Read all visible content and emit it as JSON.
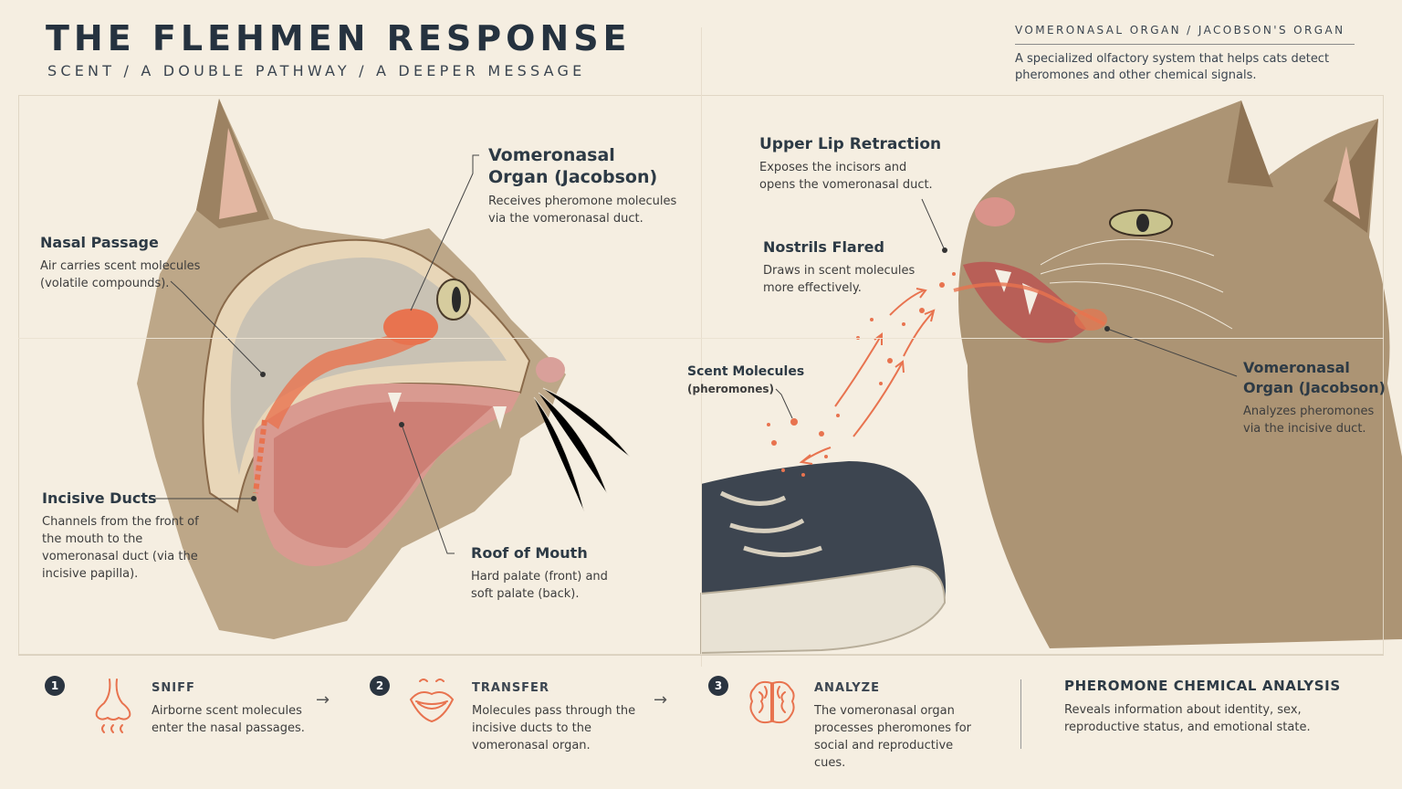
{
  "header": {
    "title": "THE FLEHMEN RESPONSE",
    "subtitle": "SCENT / A DOUBLE PATHWAY / A DEEPER MESSAGE",
    "organ_heading": "VOMERONASAL ORGAN  /  JACOBSON'S ORGAN",
    "organ_description": "A specialized olfactory system that helps cats detect pheromones and other chemical signals."
  },
  "left_labels": {
    "nasal": {
      "title": "Nasal Passage",
      "desc": "Air carries scent molecules (volatile compounds)."
    },
    "vomeronasal": {
      "title": "Vomeronasal Organ (Jacobson)",
      "desc": "Receives pheromone molecules via the vomeronasal duct."
    },
    "incisive": {
      "title": "Incisive Ducts",
      "desc": "Channels from the front of the mouth to the vomeronasal duct (via the incisive papilla)."
    },
    "roof": {
      "title": "Roof of Mouth",
      "desc": "Hard palate (front) and soft palate (back)."
    }
  },
  "right_labels": {
    "lip": {
      "title": "Upper Lip Retraction",
      "desc": "Exposes the incisors and opens the vomeronasal duct."
    },
    "nostrils": {
      "title": "Nostrils Flared",
      "desc": "Draws in scent molecules more effectively."
    },
    "scent": {
      "title": "Scent Molecules",
      "sub": "(pheromones)"
    },
    "vomeronasal": {
      "title": "Vomeronasal Organ (Jacobson)",
      "desc": "Analyzes pheromones via the incisive duct."
    }
  },
  "steps": [
    {
      "num": "1",
      "title": "SNIFF",
      "desc": "Airborne scent molecules enter the nasal passages.",
      "icon": "nose-icon"
    },
    {
      "num": "2",
      "title": "TRANSFER",
      "desc": "Molecules pass through the incisive ducts to the vomeronasal organ.",
      "icon": "mouth-icon"
    },
    {
      "num": "3",
      "title": "ANALYZE",
      "desc": "The vomeronasal organ processes pheromones for social and reproductive cues.",
      "icon": "brain-icon"
    }
  ],
  "step_arrow": "→",
  "analysis": {
    "title": "PHEROMONE CHEMICAL ANALYSIS",
    "desc": "Reveals information about identity, sex, reproductive status, and emotional state."
  },
  "colors": {
    "accent": "#e8734f",
    "ink": "#25323f",
    "paper": "#f5eee1"
  }
}
